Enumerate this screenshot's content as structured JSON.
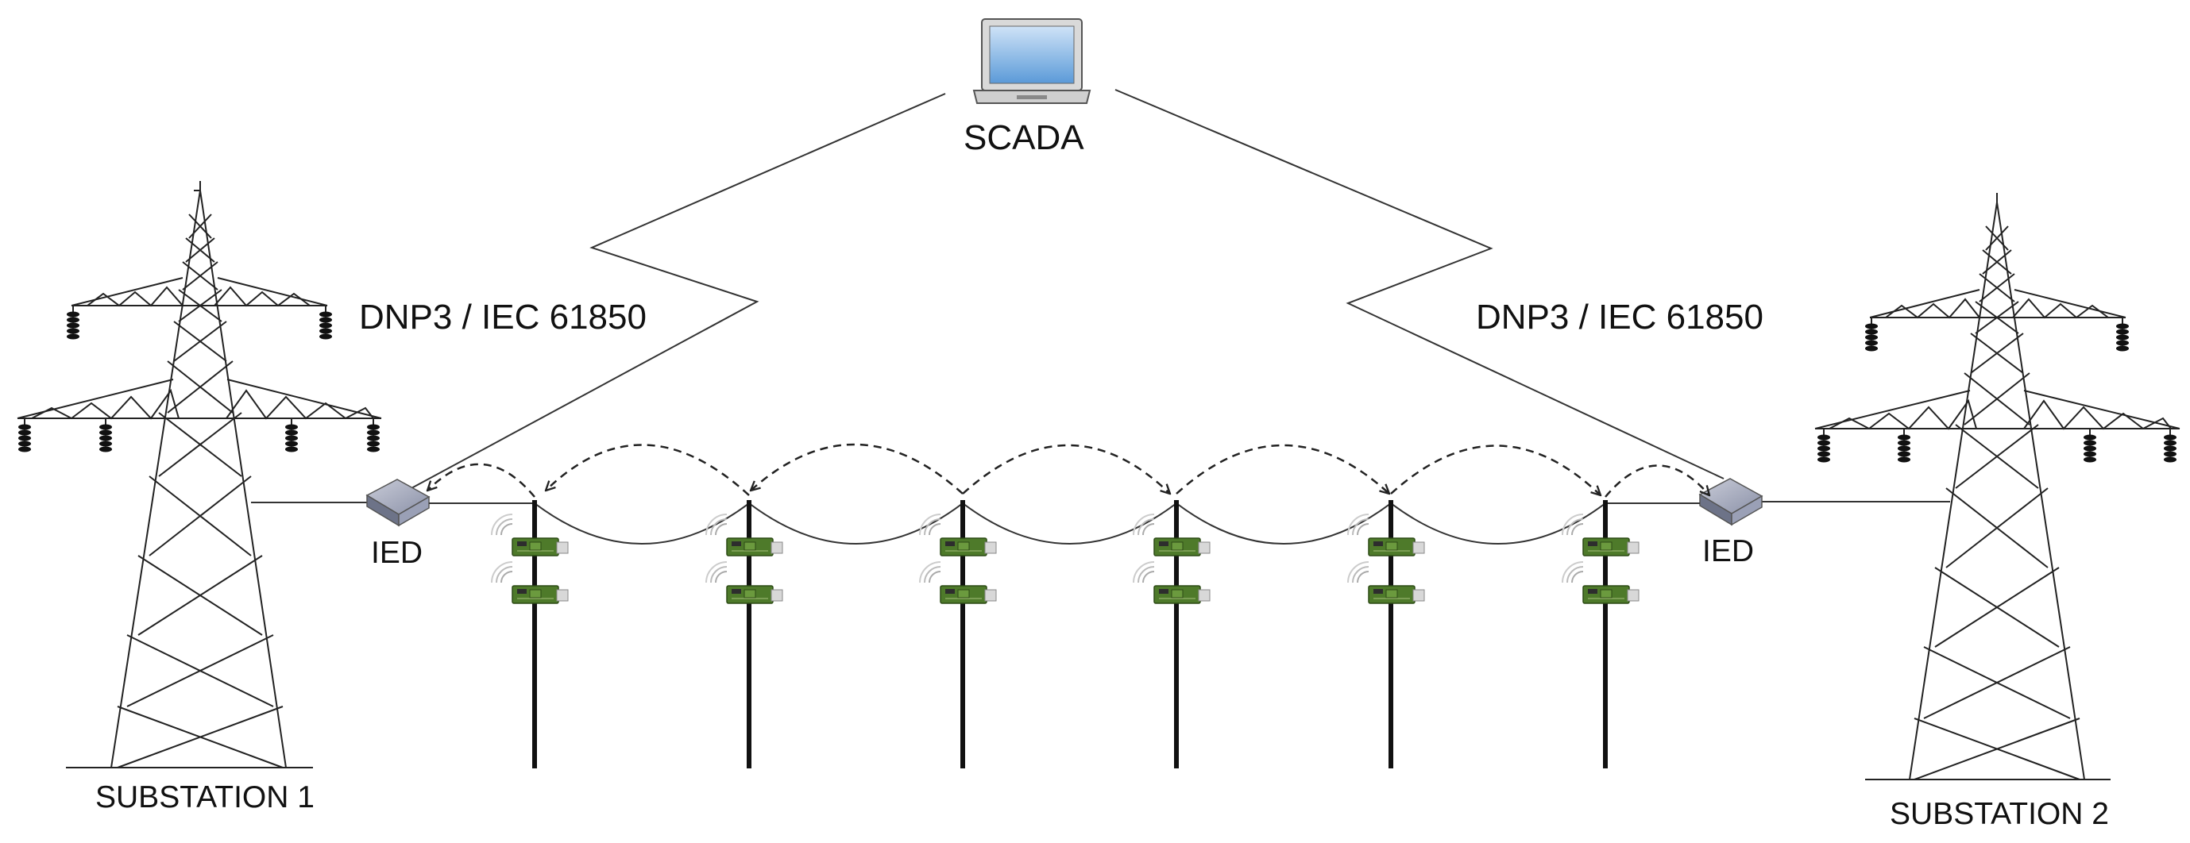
{
  "nodes": {
    "scada": {
      "label": "SCADA",
      "icon": "laptop-icon"
    },
    "ied_left": {
      "label": "IED",
      "icon": "ied-device-icon"
    },
    "ied_right": {
      "label": "IED",
      "icon": "ied-device-icon"
    },
    "substation_1": {
      "label": "SUBSTATION 1",
      "icon": "transmission-tower-icon"
    },
    "substation_2": {
      "label": "SUBSTATION 2",
      "icon": "transmission-tower-icon"
    }
  },
  "links": {
    "left": {
      "label": "DNP3 / IEC 61850"
    },
    "right": {
      "label": "DNP3 / IEC 61850"
    }
  },
  "poles": {
    "count": 6,
    "sensors_per_pole": 2,
    "sensor_icon": "wireless-sensor-icon"
  },
  "colors": {
    "line": "#333333",
    "pole": "#111111",
    "sensor_board": "#4e7a2a",
    "ied_body": "#8a91a8",
    "screen": "#7fb2e6"
  }
}
